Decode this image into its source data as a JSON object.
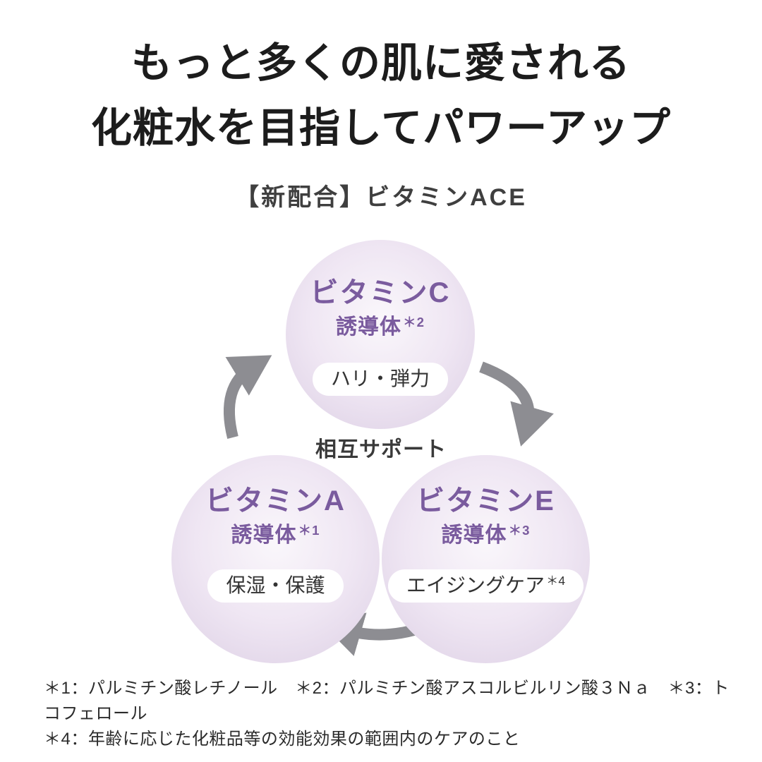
{
  "title": {
    "line1": "もっと多くの肌に愛される",
    "line2": "化粧水を目指してパワーアップ"
  },
  "subtitle": "【新配合】ビタミンACE",
  "diagram": {
    "center_label": "相互サポート",
    "circles": [
      {
        "id": "vitamin-c",
        "name": "ビタミンC",
        "derivative": "誘導体",
        "ref": "＊2",
        "benefit": "ハリ・弾力"
      },
      {
        "id": "vitamin-a",
        "name": "ビタミンA",
        "derivative": "誘導体",
        "ref": "＊1",
        "benefit": "保湿・保護"
      },
      {
        "id": "vitamin-e",
        "name": "ビタミンE",
        "derivative": "誘導体",
        "ref": "＊3",
        "benefit": "エイジングケア",
        "benefit_ref": "＊4"
      }
    ]
  },
  "footnotes": {
    "line1": "＊1：パルミチン酸レチノール　＊2：パルミチン酸アスコルビルリン酸３Ｎａ　＊3：トコフェロール",
    "line2": "＊4：年齢に応じた化粧品等の効能効果の範囲内のケアのこと"
  },
  "colors": {
    "vitamin_purple": "#7a5b9e",
    "arrow_gray": "#8d8d92",
    "text_dark": "#1c1c1c",
    "circle_fill_edge": "#dccfe4"
  }
}
